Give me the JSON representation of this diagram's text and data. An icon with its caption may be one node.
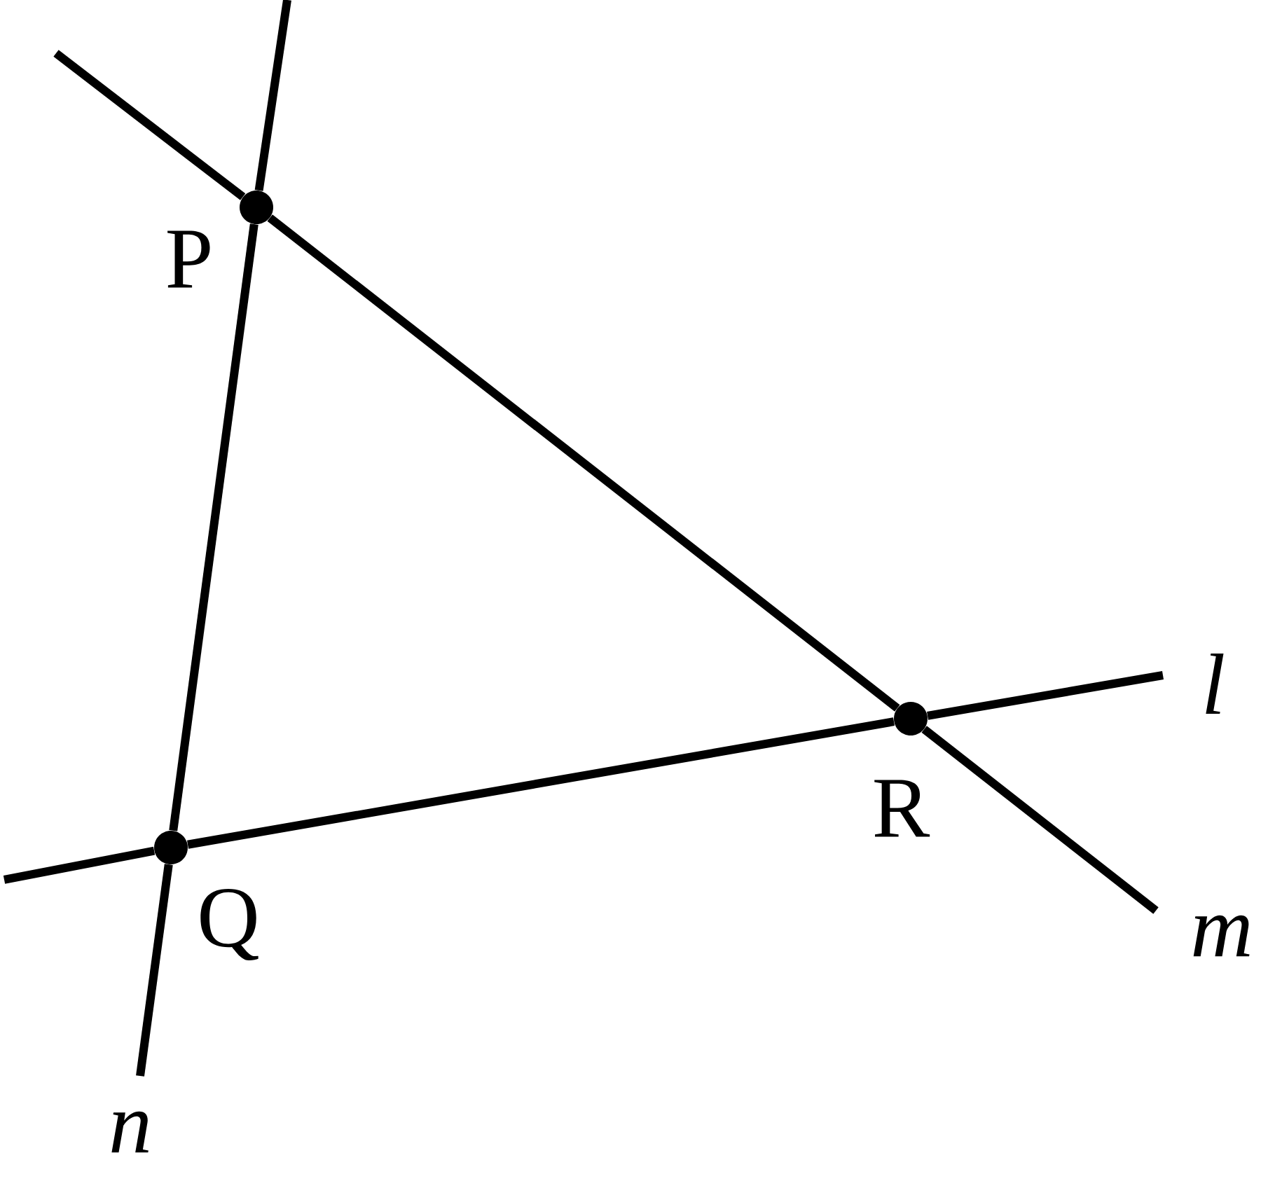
{
  "diagram": {
    "nodes": [
      {
        "text": [],
        "shape": "circle",
        "beside": [
          "P"
        ]
      },
      {
        "text": [],
        "shape": "circle",
        "beside": [
          "Q"
        ]
      },
      {
        "text": [],
        "shape": "circle",
        "beside": [
          "R"
        ]
      }
    ],
    "edges": [
      {
        "from": null,
        "to": 0,
        "arrow": "none"
      },
      {
        "from": 0,
        "to": 1,
        "arrow": "none"
      },
      {
        "from": 1,
        "to": null,
        "arrow": "none"
      },
      {
        "from": null,
        "to": 0,
        "arrow": "none"
      },
      {
        "from": 0,
        "to": 2,
        "arrow": "none"
      },
      {
        "from": 2,
        "to": null,
        "arrow": "none"
      },
      {
        "from": null,
        "to": 1,
        "arrow": "none"
      },
      {
        "from": 1,
        "to": 2,
        "arrow": "none"
      },
      {
        "from": 2,
        "to": null,
        "arrow": "none"
      }
    ],
    "labels": [
      "l",
      "m",
      "n"
    ]
  }
}
